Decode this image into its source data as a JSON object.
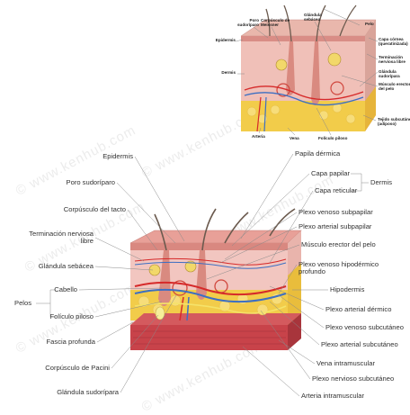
{
  "colors": {
    "epidermis": "#e8a098",
    "dermis": "#f2c6c0",
    "hypodermis": "#f2cc4a",
    "fascia": "#ede7e0",
    "muscle": "#c8434a",
    "artery": "#d62a2a",
    "vein": "#3d6fc2",
    "nerve": "#f5e36a",
    "hair": "#6b5a4e",
    "leader": "#8a8a8a"
  },
  "watermark": {
    "text": "© www.kenhub.com"
  },
  "inset": {
    "labels": {
      "poro": "Poro\nsudoríparo",
      "meissner": "Corpúsculo de\nMeissner",
      "glandula_sebacea": "Glándula\nsebácea",
      "pelo": "Pelo",
      "epidermis": "Epidermis",
      "capa_cornea": "Capa córnea\n(queratinizada)",
      "terminacion": "Terminación\nnerviosa libre",
      "glandula_sudoripara": "Glándula\nsudorípara",
      "musculo": "Músculo erector\ndel pelo",
      "dermis": "Dermis",
      "tejido": "Tejido subcutáneo\n(adiposo)",
      "arteria": "Arteria",
      "vena": "Vena",
      "foliculo": "Folículo piloso"
    }
  },
  "main": {
    "labels": {
      "epidermis": "Epidermis",
      "poro": "Poro sudoríparo",
      "corpusculo_tacto": "Corpúsculo del tacto",
      "terminacion": "Terminación nerviosa\nlibre",
      "glandula_sebacea": "Glándula sebácea",
      "cabello": "Cabello",
      "pelos": "Pelos",
      "foliculo": "Folículo piloso",
      "fascia": "Fascia profunda",
      "pacini": "Corpúsculo de Pacini",
      "glandula_sudoripara": "Glándula sudorípara",
      "papila": "Papila dérmica",
      "capa_papilar": "Capa papilar",
      "capa_reticular": "Capa reticular",
      "dermis": "Dermis",
      "plexo_venoso_subpapilar": "Plexo venoso subpapilar",
      "plexo_arterial_subpapilar": "Plexo arterial subpapilar",
      "musculo_erector": "Músculo erector del pelo",
      "plexo_venoso_hipodermico": "Plexo venoso hipodérmico\nprofundo",
      "hipodermis": "Hipodermis",
      "plexo_arterial_dermico": "Plexo arterial dérmico",
      "plexo_venoso_subcutaneo": "Plexo venoso subcutáneo",
      "plexo_arterial_subcutaneo": "Plexo arterial subcutáneo",
      "vena_intramuscular": "Vena intramuscular",
      "plexo_nervioso_subcutaneo": "Plexo nervioso subcutáneo",
      "arteria_intramuscular": "Arteria intramuscular"
    }
  }
}
